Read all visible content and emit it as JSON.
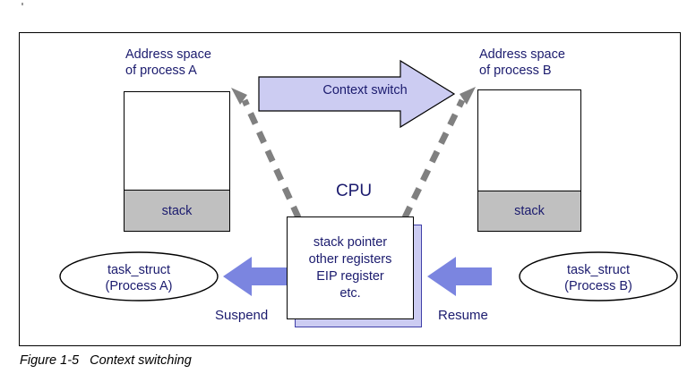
{
  "figure": {
    "caption": "Figure 1-5   Context switching",
    "accent_lavender": "#ccccf2",
    "accent_blue_arrow": "#7b85e0",
    "dash_gray": "#808080",
    "stack_gray": "#c0c0c0",
    "text_navy": "#1b1b6e"
  },
  "address_space_a": {
    "title": "Address space\nof process A",
    "stack_label": "stack"
  },
  "address_space_b": {
    "title": "Address space\nof process B",
    "stack_label": "stack"
  },
  "context_switch": {
    "label": "Context switch"
  },
  "cpu": {
    "title": "CPU",
    "contents": "stack pointer\nother registers\nEIP register\netc."
  },
  "task_struct_a": {
    "label": "task_struct\n(Process A)"
  },
  "task_struct_b": {
    "label": "task_struct\n(Process B)"
  },
  "flows": {
    "suspend_label": "Suspend",
    "resume_label": "Resume"
  }
}
